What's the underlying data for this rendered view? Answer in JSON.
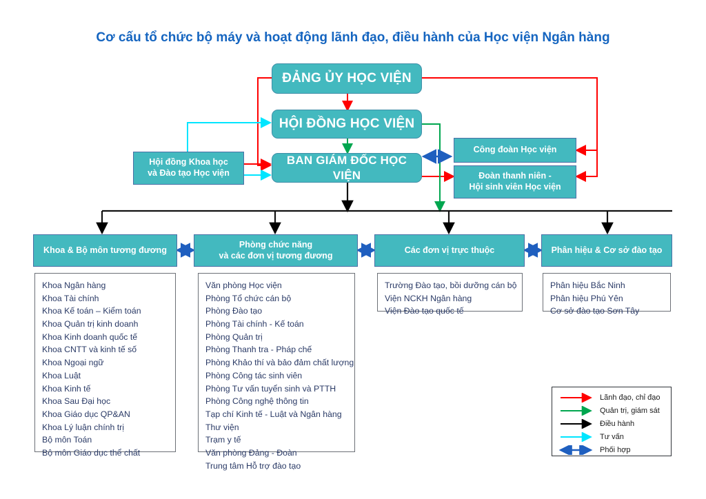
{
  "title": "Cơ cấu tổ chức bộ máy và hoạt động lãnh đạo, điều hành của Học viện Ngân hàng",
  "colors": {
    "title": "#1565c0",
    "node_fill": "#43b9bf",
    "lead": "#ff0000",
    "govern": "#00a64f",
    "operate": "#000000",
    "advise": "#00e5ff",
    "coordinate": "#1f5fbf",
    "list_text": "#2a3a66"
  },
  "nodes": {
    "party_committee": "ĐẢNG ỦY HỌC VIỆN",
    "council": "HỘI ĐỒNG HỌC VIỆN",
    "board": "BAN GIÁM ĐỐC HỌC VIỆN",
    "science_council": "Hội đồng Khoa học\nvà Đào tạo Học viện",
    "trade_union": "Công đoàn Học viện",
    "youth_union": "Đoàn thanh niên -\nHội sinh viên Học viện"
  },
  "categories": [
    {
      "id": "faculties",
      "label": "Khoa & Bộ môn tương đương"
    },
    {
      "id": "departments",
      "label": "Phòng chức năng\nvà các đơn vị tương đương"
    },
    {
      "id": "affiliated",
      "label": "Các đơn vị trực thuộc"
    },
    {
      "id": "campuses",
      "label": "Phân hiệu & Cơ sở đào tạo"
    }
  ],
  "lists": {
    "faculties": [
      "Khoa Ngân hàng",
      "Khoa Tài chính",
      "Khoa Kế toán – Kiểm toán",
      "Khoa Quản trị kinh doanh",
      "Khoa Kinh doanh quốc tế",
      "Khoa CNTT và kinh tế số",
      "Khoa Ngoại ngữ",
      "Khoa Luật",
      "Khoa Kinh tế",
      "Khoa Sau Đại học",
      "Khoa Giáo dục QP&AN",
      "Khoa Lý luận chính trị",
      "Bộ môn Toán",
      "Bộ môn Giáo dục thể chất"
    ],
    "departments": [
      "Văn phòng Học viện",
      "Phòng Tổ chức cán bộ",
      "Phòng Đào tạo",
      "Phòng Tài chính - Kế toán",
      "Phòng Quản trị",
      "Phòng Thanh tra - Pháp chế",
      "Phòng Khảo thí và bảo đảm chất lượng",
      "Phòng Công tác sinh viên",
      "Phòng Tư vấn tuyển sinh và PTTH",
      "Phòng Công nghệ thông tin",
      "Tạp chí Kinh tế - Luật và Ngân hàng",
      "Thư viện",
      "Trạm y tế",
      "Văn phòng Đảng - Đoàn",
      "Trung tâm Hỗ trợ đào tạo"
    ],
    "affiliated": [
      "Trường Đào tạo, bồi dưỡng cán bộ",
      "Viện NCKH Ngân hàng",
      "Viện Đào tạo quốc tế"
    ],
    "campuses": [
      "Phân hiệu Bắc Ninh",
      "Phân hiệu Phú Yên",
      "Cơ sở đào tạo Sơn Tây"
    ]
  },
  "legend": [
    {
      "label": "Lãnh đạo, chỉ đạo",
      "color": "#ff0000",
      "double": false
    },
    {
      "label": "Quản trị, giám sát",
      "color": "#00a64f",
      "double": false
    },
    {
      "label": "Điều hành",
      "color": "#000000",
      "double": false
    },
    {
      "label": "Tư vấn",
      "color": "#00e5ff",
      "double": false
    },
    {
      "label": "Phối hợp",
      "color": "#1f5fbf",
      "double": true
    }
  ]
}
